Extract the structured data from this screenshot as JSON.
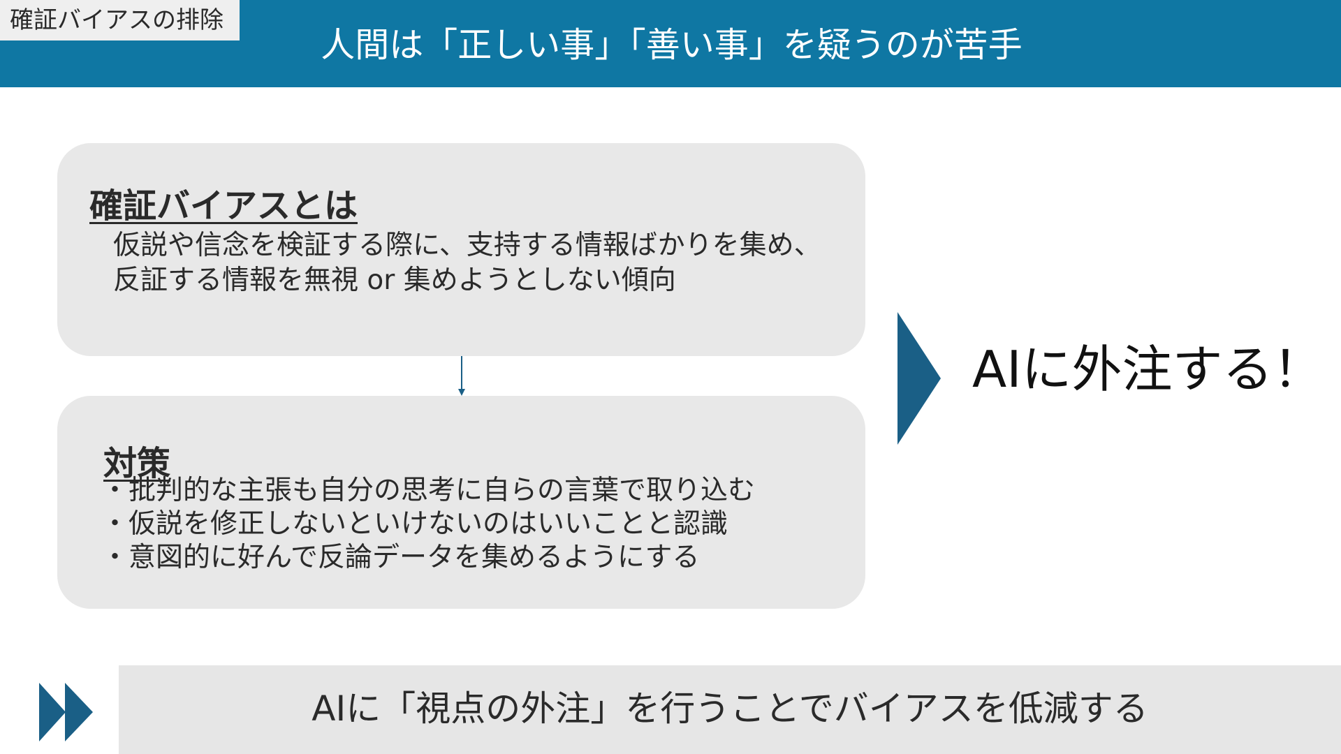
{
  "header": {
    "section_tag": "確証バイアスの排除",
    "title": "人間は「正しい事」「善い事」を疑うのが苦手"
  },
  "definition_card": {
    "heading": "確証バイアスとは",
    "lines": [
      "仮説や信念を検証する際に、支持する情報ばかりを集め、",
      "反証する情報を無視 or 集めようとしない傾向"
    ]
  },
  "countermeasure_card": {
    "heading": "対策",
    "items": [
      "・批判的な主張も自分の思考に自らの言葉で取り込む",
      "・仮説を修正しないといけないのはいいことと認識",
      "・意図的に好んで反論データを集めるようにする"
    ]
  },
  "conclusion": {
    "text": "AIに外注する！"
  },
  "summary": {
    "text": "AIに「視点の外注」を行うことでバイアスを低減する"
  },
  "icons": {
    "connector": "arrow-down-icon",
    "chevron": "chevron-right-icon",
    "summary_marker": "double-chevron-right-icon"
  },
  "colors": {
    "accent": "#0f77a3",
    "arrow": "#1a5f86",
    "card_bg": "#e8e8e8",
    "summary_bg": "#e6e6e6"
  }
}
